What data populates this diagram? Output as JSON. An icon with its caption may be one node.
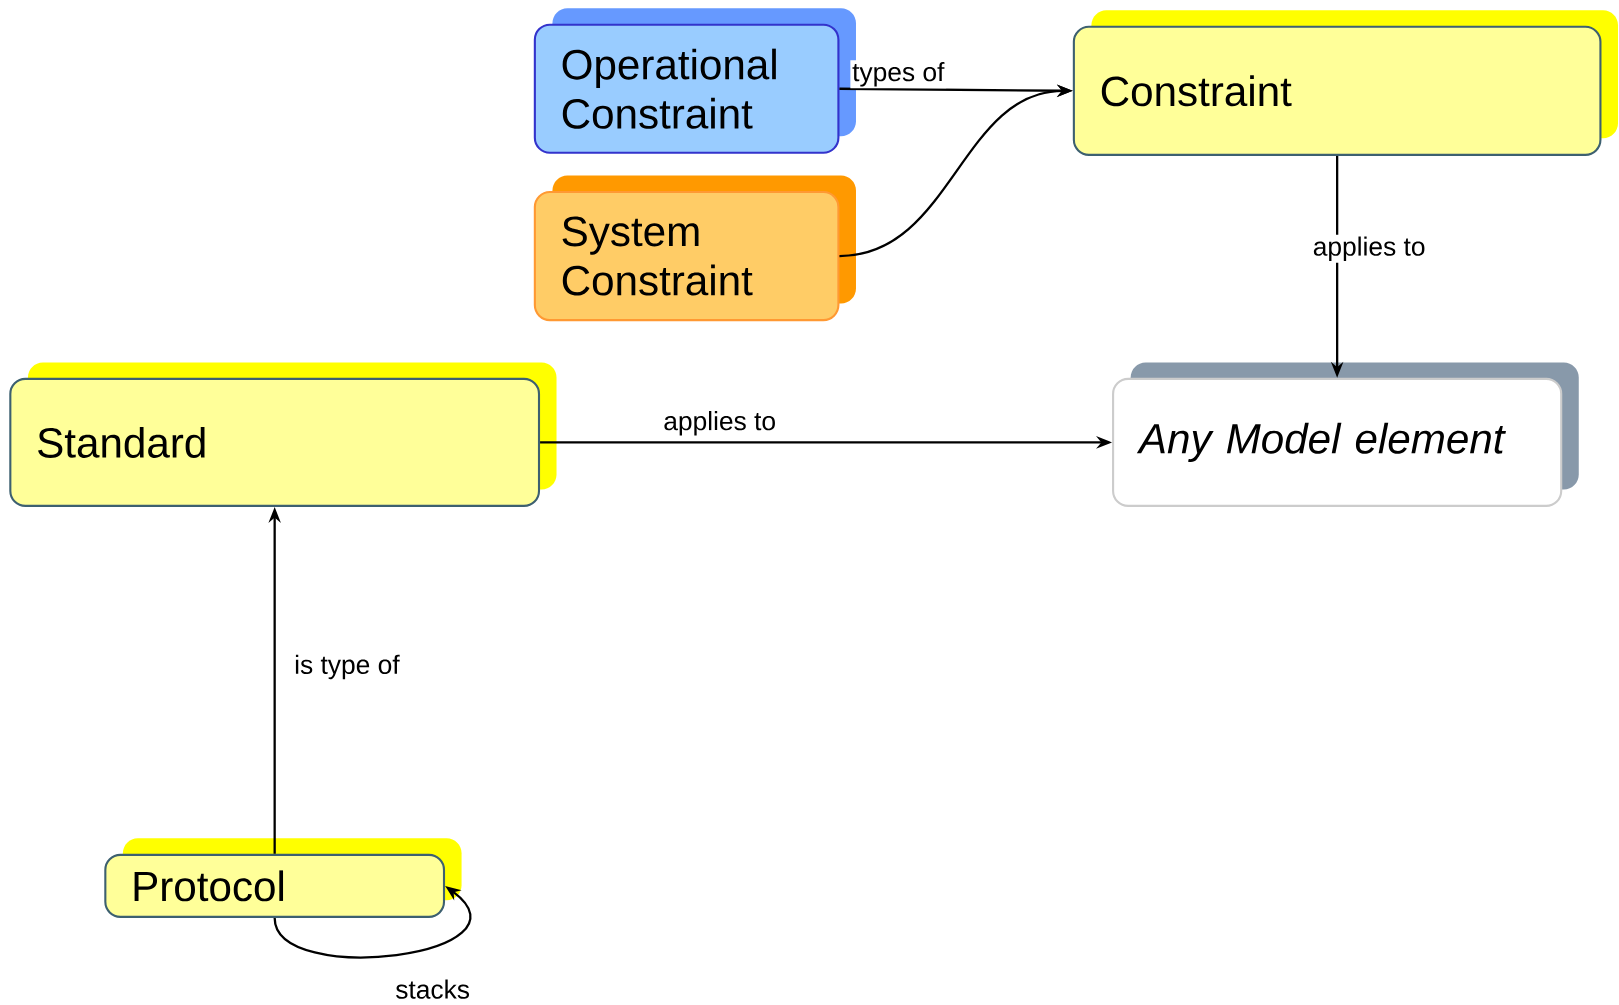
{
  "diagram": {
    "nodes": [
      {
        "text": [
          "Operational Constraint"
        ]
      },
      {
        "text": [
          "System Constraint"
        ]
      },
      {
        "text": [
          "Constraint"
        ]
      },
      {
        "text": [
          "Standard"
        ]
      },
      {
        "text": [
          "Any Model element"
        ]
      },
      {
        "text": [
          "Protocol"
        ]
      }
    ],
    "edges": [
      {
        "from": 0,
        "to": 2,
        "arrow": "to",
        "label": "types of"
      },
      {
        "from": 1,
        "to": 2,
        "arrow": "to"
      },
      {
        "from": 2,
        "to": 4,
        "arrow": "to",
        "label": "applies to"
      },
      {
        "from": 3,
        "to": 4,
        "arrow": "to",
        "label": "applies to"
      },
      {
        "from": 5,
        "to": 3,
        "arrow": "to",
        "label": "is type of"
      },
      {
        "from": 5,
        "to": 5,
        "arrow": "to",
        "label": "stacks"
      }
    ]
  }
}
